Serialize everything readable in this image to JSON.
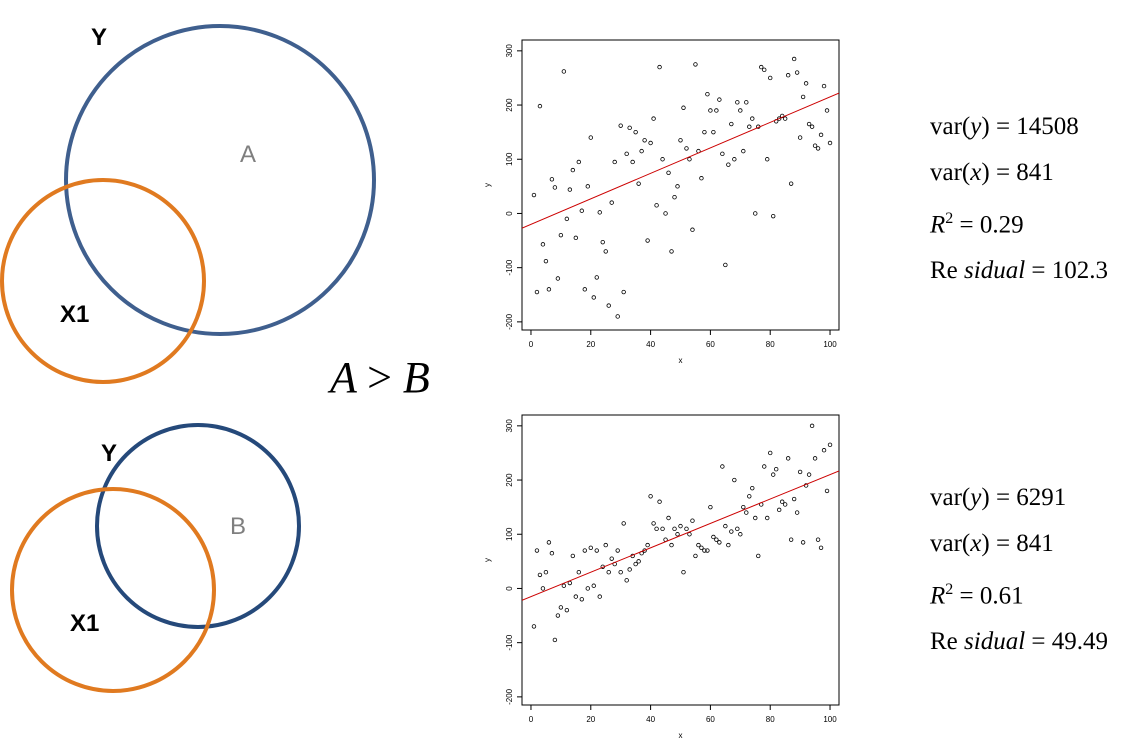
{
  "colors": {
    "y_circle": "#3f5f8e",
    "y_circle_2": "#25497a",
    "x_circle": "#e07a20",
    "fit_line": "#cc0000",
    "region_text": "#7f7f7f"
  },
  "venn_top": {
    "y_label": "Y",
    "x_label": "X1",
    "region_label": "A"
  },
  "venn_bottom": {
    "y_label": "Y",
    "x_label": "X1",
    "region_label": "B"
  },
  "comparison": {
    "left": "A",
    "op": ">",
    "right": "B"
  },
  "stats_top": {
    "var_y_name": "var(",
    "var_y_var": "y",
    "var_y_close": ")",
    "var_y_value": "= 14508",
    "var_x_name": "var(",
    "var_x_var": "x",
    "var_x_close": ")",
    "var_x_value": "= 841",
    "r2_symbol": "R",
    "r2_sup": "2",
    "r2_value": "= 0.29",
    "resid_prefix": "Re ",
    "resid_word": "sidual",
    "resid_value": "= 102.3"
  },
  "stats_bottom": {
    "var_y_name": "var(",
    "var_y_var": "y",
    "var_y_close": ")",
    "var_y_value": "= 6291",
    "var_x_name": "var(",
    "var_x_var": "x",
    "var_x_close": ")",
    "var_x_value": "= 841",
    "r2_symbol": "R",
    "r2_sup": "2",
    "r2_value": "= 0.61",
    "resid_prefix": "Re ",
    "resid_word": "sidual",
    "resid_value": "= 49.49"
  },
  "chart_data": [
    {
      "type": "scatter",
      "xlabel": "x",
      "ylabel": "y",
      "xlim": [
        -3,
        103
      ],
      "ylim": [
        -215,
        320
      ],
      "x_ticks": [
        0,
        20,
        40,
        60,
        80,
        100
      ],
      "y_ticks": [
        -200,
        -100,
        0,
        100,
        200,
        300
      ],
      "grid": false,
      "fit_line": {
        "intercept": -20,
        "slope": 2.35
      },
      "x": [
        1,
        2,
        3,
        4,
        5,
        6,
        7,
        8,
        9,
        10,
        11,
        12,
        13,
        14,
        15,
        16,
        17,
        18,
        19,
        20,
        21,
        22,
        23,
        24,
        25,
        26,
        27,
        28,
        29,
        30,
        31,
        32,
        33,
        34,
        35,
        36,
        37,
        38,
        39,
        40,
        41,
        42,
        43,
        44,
        45,
        46,
        47,
        48,
        49,
        50,
        51,
        52,
        53,
        54,
        55,
        56,
        57,
        58,
        59,
        60,
        61,
        62,
        63,
        64,
        65,
        66,
        67,
        68,
        69,
        70,
        71,
        72,
        73,
        74,
        75,
        76,
        77,
        78,
        79,
        80,
        81,
        82,
        83,
        84,
        85,
        86,
        87,
        88,
        89,
        90,
        91,
        92,
        93,
        94,
        95,
        96,
        97,
        98,
        99,
        100
      ],
      "y": [
        34,
        -145,
        198,
        -57,
        -88,
        -140,
        63,
        48,
        -120,
        -40,
        262,
        -10,
        44,
        80,
        -45,
        95,
        5,
        -140,
        50,
        140,
        -155,
        -118,
        2,
        -53,
        -70,
        -170,
        20,
        95,
        -190,
        162,
        -145,
        110,
        158,
        95,
        150,
        55,
        115,
        135,
        -50,
        130,
        175,
        15,
        270,
        100,
        0,
        75,
        -70,
        30,
        50,
        135,
        195,
        120,
        100,
        -30,
        275,
        115,
        65,
        150,
        220,
        190,
        150,
        190,
        210,
        110,
        -95,
        90,
        165,
        100,
        205,
        190,
        115,
        205,
        160,
        175,
        0,
        160,
        270,
        265,
        100,
        250,
        -5,
        170,
        175,
        180,
        175,
        255,
        55,
        285,
        260,
        140,
        215,
        240,
        165,
        160,
        125,
        120,
        145,
        235,
        190,
        130
      ]
    },
    {
      "type": "scatter",
      "xlabel": "x",
      "ylabel": "y",
      "xlim": [
        -3,
        103
      ],
      "ylim": [
        -215,
        320
      ],
      "x_ticks": [
        0,
        20,
        40,
        60,
        80,
        100
      ],
      "y_ticks": [
        -200,
        -100,
        0,
        100,
        200,
        300
      ],
      "grid": false,
      "fit_line": {
        "intercept": -15,
        "slope": 2.25
      },
      "x": [
        1,
        2,
        3,
        4,
        5,
        6,
        7,
        8,
        9,
        10,
        11,
        12,
        13,
        14,
        15,
        16,
        17,
        18,
        19,
        20,
        21,
        22,
        23,
        24,
        25,
        26,
        27,
        28,
        29,
        30,
        31,
        32,
        33,
        34,
        35,
        36,
        37,
        38,
        39,
        40,
        41,
        42,
        43,
        44,
        45,
        46,
        47,
        48,
        49,
        50,
        51,
        52,
        53,
        54,
        55,
        56,
        57,
        58,
        59,
        60,
        61,
        62,
        63,
        64,
        65,
        66,
        67,
        68,
        69,
        70,
        71,
        72,
        73,
        74,
        75,
        76,
        77,
        78,
        79,
        80,
        81,
        82,
        83,
        84,
        85,
        86,
        87,
        88,
        89,
        90,
        91,
        92,
        93,
        94,
        95,
        96,
        97,
        98,
        99,
        100
      ],
      "y": [
        -70,
        70,
        25,
        0,
        30,
        85,
        65,
        -95,
        -50,
        -35,
        5,
        -40,
        10,
        60,
        -15,
        30,
        -20,
        70,
        0,
        75,
        5,
        70,
        -15,
        40,
        80,
        30,
        55,
        45,
        70,
        30,
        120,
        15,
        35,
        60,
        45,
        50,
        65,
        70,
        80,
        170,
        120,
        110,
        160,
        110,
        90,
        130,
        80,
        110,
        100,
        115,
        30,
        110,
        100,
        125,
        60,
        80,
        75,
        70,
        70,
        150,
        95,
        90,
        85,
        225,
        115,
        80,
        105,
        200,
        110,
        100,
        150,
        140,
        170,
        185,
        130,
        60,
        155,
        225,
        130,
        250,
        210,
        220,
        145,
        160,
        155,
        240,
        90,
        165,
        140,
        215,
        85,
        190,
        210,
        300,
        240,
        90,
        75,
        255,
        180,
        265
      ]
    }
  ]
}
